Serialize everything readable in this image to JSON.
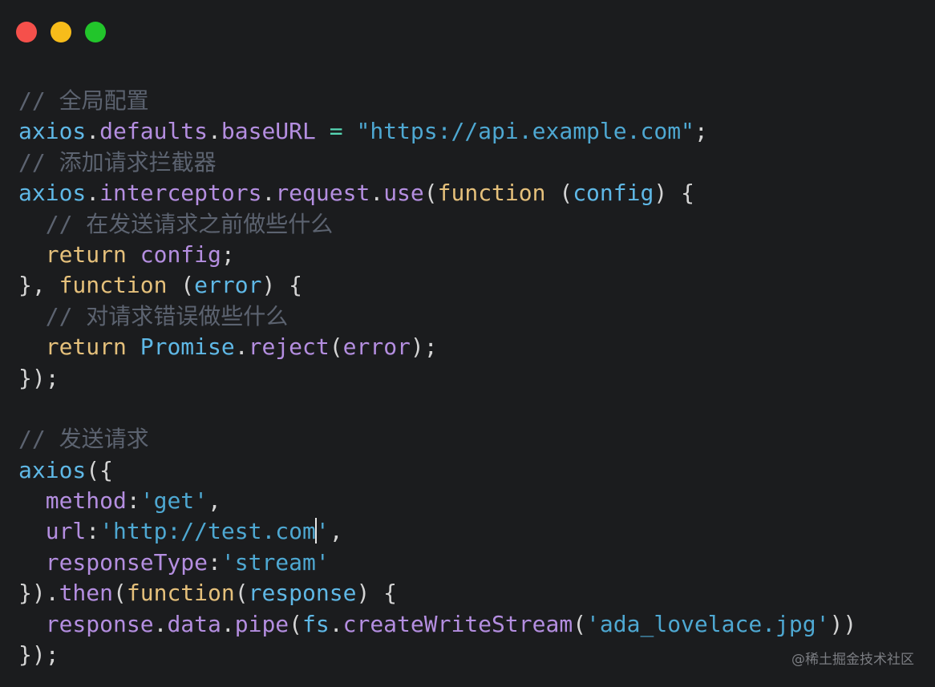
{
  "window": {
    "controls": [
      {
        "name": "close-button",
        "color": "#f5504b"
      },
      {
        "name": "minimize-button",
        "color": "#f7bc1a"
      },
      {
        "name": "maximize-button",
        "color": "#22c52b"
      }
    ]
  },
  "colors": {
    "comment": "#5c6370",
    "ident": "#5fb8e6",
    "prop": "#b48ee0",
    "keyword": "#e5c07b",
    "string": "#4ea8d2",
    "punct": "#d4d4d4",
    "op": "#56d6b4"
  },
  "code": [
    [
      [
        "comment",
        "// 全局配置"
      ]
    ],
    [
      [
        "ident",
        "axios"
      ],
      [
        "punct",
        "."
      ],
      [
        "prop",
        "defaults"
      ],
      [
        "punct",
        "."
      ],
      [
        "prop",
        "baseURL"
      ],
      [
        "punct",
        " "
      ],
      [
        "op",
        "="
      ],
      [
        "punct",
        " "
      ],
      [
        "string",
        "\"https://api.example.com\""
      ],
      [
        "punct",
        ";"
      ]
    ],
    [
      [
        "comment",
        "// 添加请求拦截器"
      ]
    ],
    [
      [
        "ident",
        "axios"
      ],
      [
        "punct",
        "."
      ],
      [
        "prop",
        "interceptors"
      ],
      [
        "punct",
        "."
      ],
      [
        "prop",
        "request"
      ],
      [
        "punct",
        "."
      ],
      [
        "prop",
        "use"
      ],
      [
        "punct",
        "("
      ],
      [
        "keyword",
        "function"
      ],
      [
        "punct",
        " ("
      ],
      [
        "ident",
        "config"
      ],
      [
        "punct",
        ") {"
      ]
    ],
    [
      [
        "punct",
        "  "
      ],
      [
        "comment",
        "// 在发送请求之前做些什么"
      ]
    ],
    [
      [
        "punct",
        "  "
      ],
      [
        "keyword",
        "return"
      ],
      [
        "punct",
        " "
      ],
      [
        "prop",
        "config"
      ],
      [
        "punct",
        ";"
      ]
    ],
    [
      [
        "punct",
        "}, "
      ],
      [
        "keyword",
        "function"
      ],
      [
        "punct",
        " ("
      ],
      [
        "ident",
        "error"
      ],
      [
        "punct",
        ") {"
      ]
    ],
    [
      [
        "punct",
        "  "
      ],
      [
        "comment",
        "// 对请求错误做些什么"
      ]
    ],
    [
      [
        "punct",
        "  "
      ],
      [
        "keyword",
        "return"
      ],
      [
        "punct",
        " "
      ],
      [
        "ident",
        "Promise"
      ],
      [
        "punct",
        "."
      ],
      [
        "prop",
        "reject"
      ],
      [
        "punct",
        "("
      ],
      [
        "prop",
        "error"
      ],
      [
        "punct",
        ");"
      ]
    ],
    [
      [
        "punct",
        "});"
      ]
    ],
    [],
    [
      [
        "comment",
        "// 发送请求"
      ]
    ],
    [
      [
        "ident",
        "axios"
      ],
      [
        "punct",
        "({"
      ]
    ],
    [
      [
        "punct",
        "  "
      ],
      [
        "prop",
        "method"
      ],
      [
        "punct",
        ":"
      ],
      [
        "string",
        "'get'"
      ],
      [
        "punct",
        ","
      ]
    ],
    [
      [
        "punct",
        "  "
      ],
      [
        "prop",
        "url"
      ],
      [
        "punct",
        ":"
      ],
      [
        "string",
        "'http://test.com"
      ],
      [
        "cursor",
        ""
      ],
      [
        "string",
        "'"
      ],
      [
        "punct",
        ","
      ]
    ],
    [
      [
        "punct",
        "  "
      ],
      [
        "prop",
        "responseType"
      ],
      [
        "punct",
        ":"
      ],
      [
        "string",
        "'stream'"
      ]
    ],
    [
      [
        "punct",
        "})."
      ],
      [
        "prop",
        "then"
      ],
      [
        "punct",
        "("
      ],
      [
        "keyword",
        "function"
      ],
      [
        "punct",
        "("
      ],
      [
        "ident",
        "response"
      ],
      [
        "punct",
        ") {"
      ]
    ],
    [
      [
        "punct",
        "  "
      ],
      [
        "prop",
        "response"
      ],
      [
        "punct",
        "."
      ],
      [
        "prop",
        "data"
      ],
      [
        "punct",
        "."
      ],
      [
        "prop",
        "pipe"
      ],
      [
        "punct",
        "("
      ],
      [
        "ident",
        "fs"
      ],
      [
        "punct",
        "."
      ],
      [
        "prop",
        "createWriteStream"
      ],
      [
        "punct",
        "("
      ],
      [
        "string",
        "'ada_lovelace.jpg'"
      ],
      [
        "punct",
        "))"
      ]
    ],
    [
      [
        "punct",
        "});"
      ]
    ]
  ],
  "watermark": "@稀土掘金技术社区"
}
